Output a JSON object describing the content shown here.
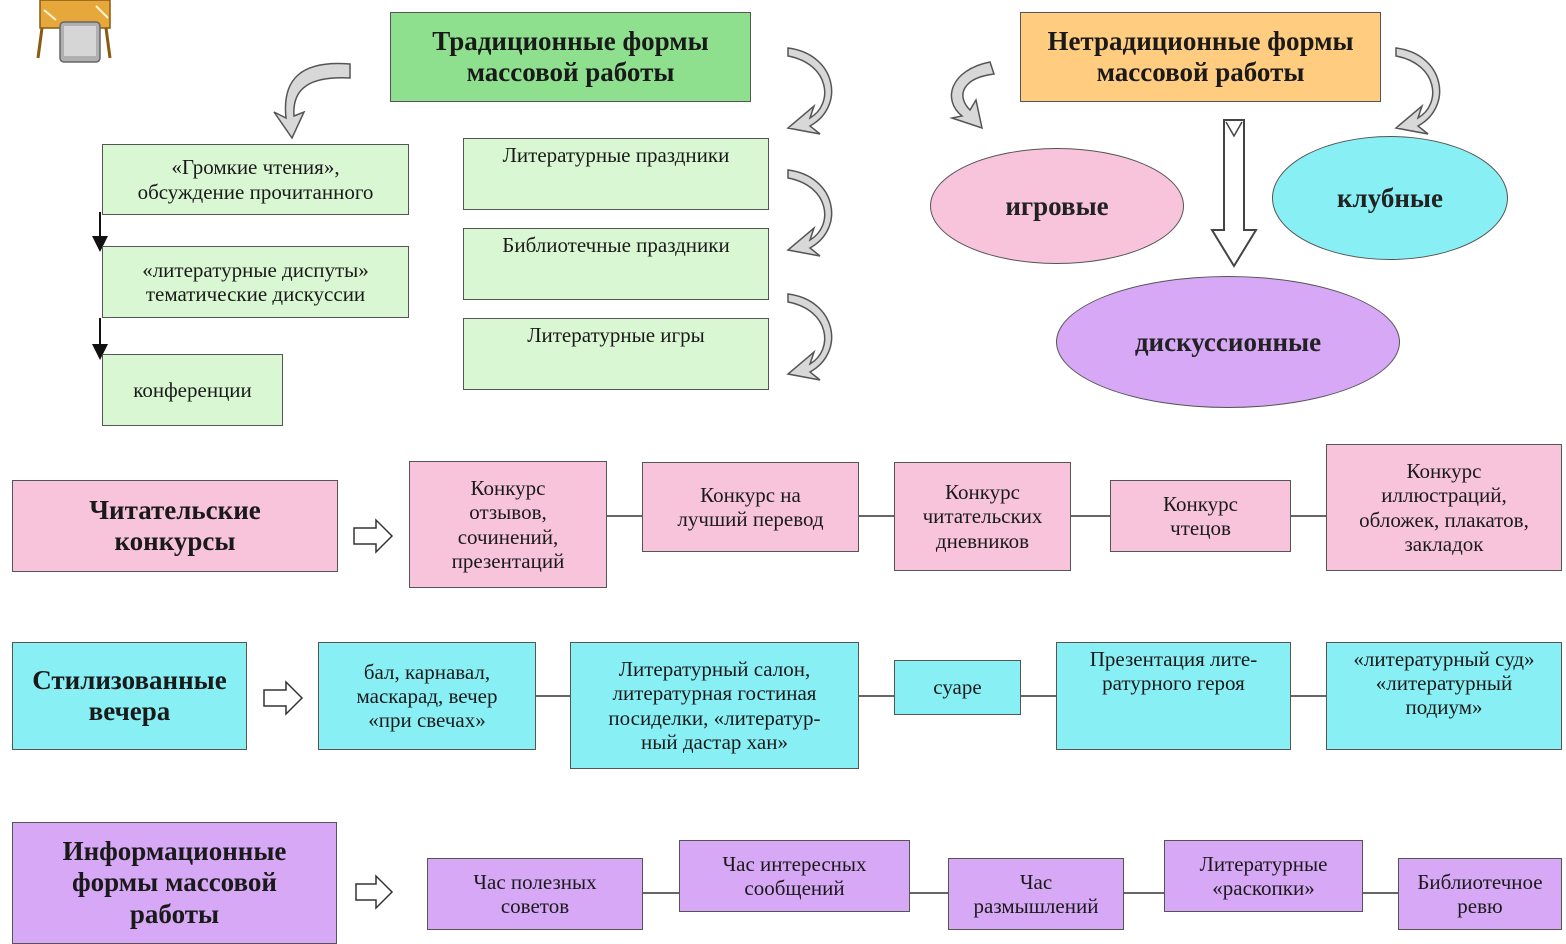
{
  "colors": {
    "green_header": "#8ee08e",
    "green_box": "#d9f7d2",
    "orange_header": "#ffcc80",
    "pink": "#f8c4dc",
    "cyan": "#88f0f5",
    "purple": "#d7a8f5"
  },
  "traditional": {
    "title": "Традиционные формы\nмассовой работы",
    "left_chain": [
      "«Громкие чтения»,\nобсуждение прочитанного",
      "«литературные диспуты»\nтематические дискуссии",
      "конференции"
    ],
    "right_items": [
      "Литературные праздники",
      "Библиотечные  праздники",
      "Литературные игры"
    ]
  },
  "nontraditional": {
    "title": "Нетрадиционные формы\nмассовой работы",
    "types": [
      "игровые",
      "клубные",
      "дискуссионные"
    ]
  },
  "rows": [
    {
      "title": "Читательские\nконкурсы",
      "items": [
        "Конкурс\nотзывов,\nсочинений,\nпрезентаций",
        "Конкурс на\nлучший перевод",
        "Конкурс\nчитательских\nдневников",
        "Конкурс\nчтецов",
        "Конкурс\nиллюстраций,\nобложек, плакатов,\nзакладок"
      ]
    },
    {
      "title": "Стилизованные\nвечера",
      "items": [
        "бал, карнавал,\nмаскарад, вечер\n«при свечах»",
        "Литературный салон,\nлитературная гостиная\nпосиделки, «литератур-\nный дастар хан»",
        "суаре",
        "Презентация лите-\nратурного героя",
        "«литературный суд»\n«литературный\nподиум»"
      ]
    },
    {
      "title": "Информационные\nформы массовой\nработы",
      "items": [
        "Час полезных\nсоветов",
        "Час интересных\nсообщений",
        "Час\nразмышлений",
        "Литературные\n«раскопки»",
        "Библиотечное\nревю"
      ]
    }
  ]
}
